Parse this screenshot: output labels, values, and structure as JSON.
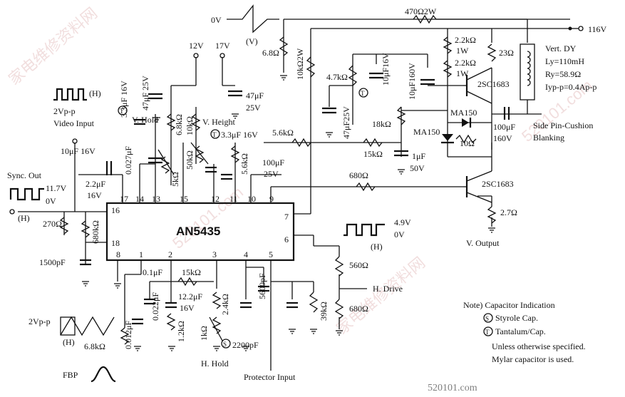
{
  "ic": {
    "name": "AN5435",
    "pins": {
      "p1": "1",
      "p2": "2",
      "p3": "3",
      "p4": "4",
      "p5": "5",
      "p6": "6",
      "p7": "7",
      "p8": "8",
      "p9": "9",
      "p10": "10",
      "p11": "11",
      "p12": "12",
      "p13": "13",
      "p14": "14",
      "p15": "15",
      "p16": "16",
      "p17": "17",
      "p18": "18"
    }
  },
  "supplies": {
    "v0": "0V",
    "v12": "12V",
    "v17": "17V",
    "v116": "116V"
  },
  "top": {
    "vwave_label": "(V)",
    "r470": "470Ω2W",
    "r6_8": "6.8Ω",
    "r10k": "10kΩ2W",
    "r4_7k": "4.7kΩ",
    "c10u16": "10μF16V",
    "c10u160": "10μF160V",
    "r2_2k_a": "2.2kΩ",
    "w1a": "1W",
    "r2_2k_b": "2.2kΩ",
    "w1b": "1W",
    "r23": "23Ω",
    "q1": "2SC1683",
    "dy_title": "Vert. DY",
    "dy_l": "Ly=110mH",
    "dy_r": "Ry=58.9Ω",
    "dy_i": "Iyp-p=0.4Ap-p",
    "c47_25_right": "47μF",
    "c47_25_right_v": "25V",
    "c47_25_mid": "47μF25V"
  },
  "left": {
    "hwave_label": "(H)",
    "video_vpp": "2Vp-p",
    "video_input": "Video Input",
    "sync_out": "Sync. Out",
    "v11_7": "11.7V",
    "v0b": "0V",
    "h_label": "(H)",
    "c10u16": "10μF 16V",
    "c2_2u": "2.2μF",
    "c2_2u_v": "16V",
    "r270": "270Ω",
    "r680k": "680kΩ",
    "c1500p": "1500pF",
    "c3_3_16": "3.3μF 16V",
    "c47_25": "47μF 25V",
    "c0027": "0.027μF",
    "v_hold": "V. Hold",
    "r6_8k": "6.8kΩ",
    "r5k": "5kΩ",
    "r10k": "10kΩ",
    "r50k": "50kΩ",
    "v_height": "V. Height",
    "c3_3_16b": "3.3μF 16V",
    "r5_6k_a": "5.6kΩ",
    "r5_6k_b": "5.6kΩ",
    "c100_25": "100μF",
    "c100_25_v": "25V"
  },
  "right": {
    "ma150a": "MA150",
    "ma150b": "MA150",
    "r18k": "18kΩ",
    "r15k": "15kΩ",
    "c1u": "1μF",
    "c1u_v": "50V",
    "c100_160": "100μF",
    "c100_160_v": "160V",
    "r10": "10Ω",
    "side_pin": "Side Pin-Cushion",
    "blanking": "Blanking",
    "r680": "680Ω",
    "q2": "2SC1683",
    "r2_7": "2.7Ω",
    "v_output": "V. Output",
    "hwave_4_9": "4.9V",
    "hwave_0": "0V",
    "hwave_label": "(H)",
    "r560": "560Ω",
    "h_drive": "H. Drive",
    "r680b": "680Ω",
    "r39k": "39kΩ",
    "c5600p": "5600pF"
  },
  "bottom": {
    "fbp_vpp": "2Vp-p",
    "fbp_h": "(H)",
    "r6_8k": "6.8kΩ",
    "fbp": "FBP",
    "c0012": "0.012μF",
    "c01": "0.1μF",
    "c0022": "0.022μF",
    "r15k": "15kΩ",
    "c12_2": "12.2μF",
    "c12_2_v": "16V",
    "r1_2k": "1.2kΩ",
    "r2_4k": "2.4kΩ",
    "r1k": "1kΩ",
    "h_hold": "H. Hold",
    "c2200": "2200pF",
    "protector": "Protector Input"
  },
  "notes": {
    "title": "Note) Capacitor Indication",
    "styrole": "Styrole Cap.",
    "tantalum": "Tantalum/Cap.",
    "unless": "Unless otherwise specified.",
    "mylar": "Mylar capacitor is used.",
    "s_sym": "S",
    "t_sym": "T"
  },
  "watermark": {
    "w1": "家电维修资料网",
    "w2": "520101.com",
    "w3": "家电维修资料网",
    "site": "520101.com"
  }
}
